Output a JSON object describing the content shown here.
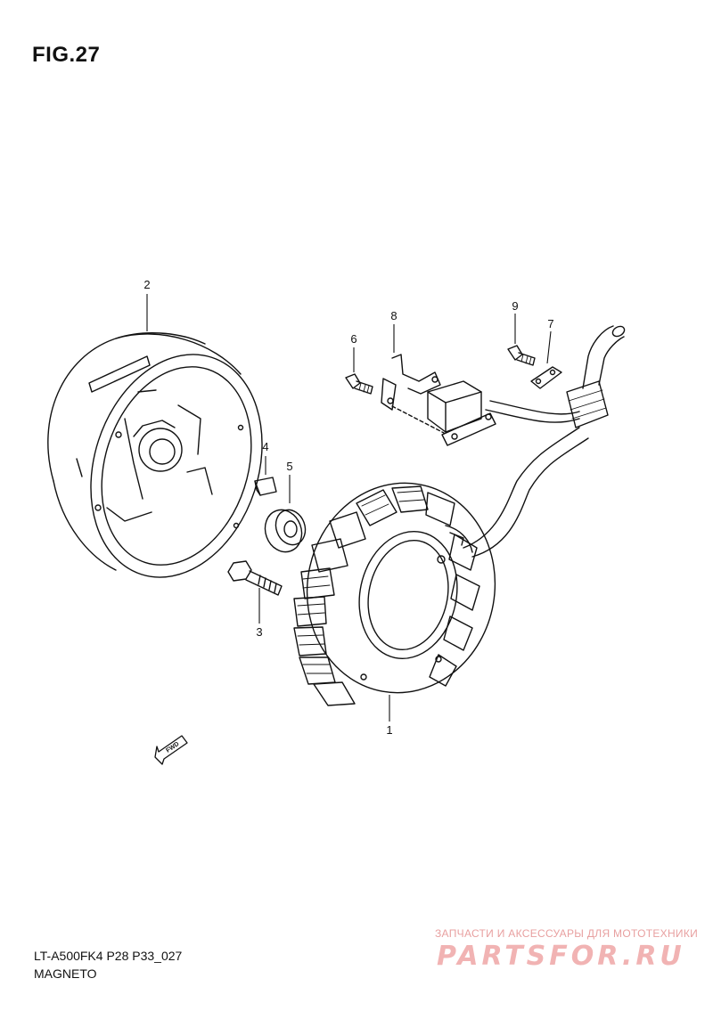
{
  "figure": {
    "title": "FIG.27"
  },
  "callouts": [
    {
      "id": "1",
      "label": "1"
    },
    {
      "id": "2",
      "label": "2"
    },
    {
      "id": "3",
      "label": "3"
    },
    {
      "id": "4",
      "label": "4"
    },
    {
      "id": "5",
      "label": "5"
    },
    {
      "id": "6",
      "label": "6"
    },
    {
      "id": "7",
      "label": "7"
    },
    {
      "id": "8",
      "label": "8"
    },
    {
      "id": "9",
      "label": "9"
    }
  ],
  "direction_marker": {
    "label": "FWD",
    "icon": "fwd-arrow-icon"
  },
  "footer": {
    "model_code": "LT-A500FK4 P28 P33_027",
    "section_name": "MAGNETO"
  },
  "watermark": {
    "tagline": "ЗАПЧАСТИ И АКСЕССУАРЫ ДЛЯ МОТОТЕХНИКИ",
    "site": "PARTSFOR.RU",
    "color": "#f1b3b3"
  }
}
